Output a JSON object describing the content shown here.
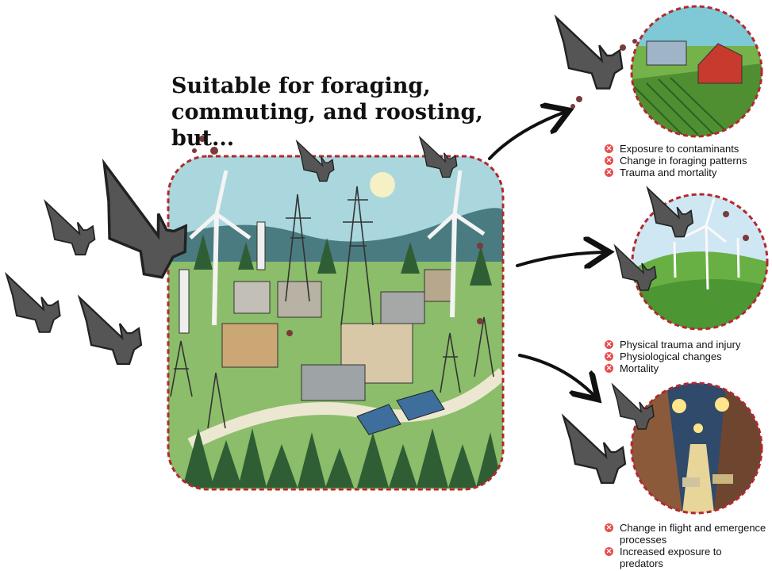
{
  "headline": [
    "Suitable for foraging,",
    "commuting, and roosting, but..."
  ],
  "impacts": [
    {
      "id": "agriculture",
      "items": [
        "Exposure to contaminants",
        "Change in foraging patterns",
        "Trauma and mortality"
      ]
    },
    {
      "id": "wind-energy",
      "items": [
        "Physical trauma and injury",
        "Physiological changes",
        "Mortality"
      ]
    },
    {
      "id": "urban-lighting",
      "items": [
        "Change in flight and emergence processes",
        "Increased exposure to predators"
      ]
    }
  ],
  "colors": {
    "border": "#b3282e",
    "bullet": "#e84d4d",
    "bat": "#555555",
    "arrow": "#111111"
  },
  "icons": {
    "bullet": "close-icon"
  }
}
